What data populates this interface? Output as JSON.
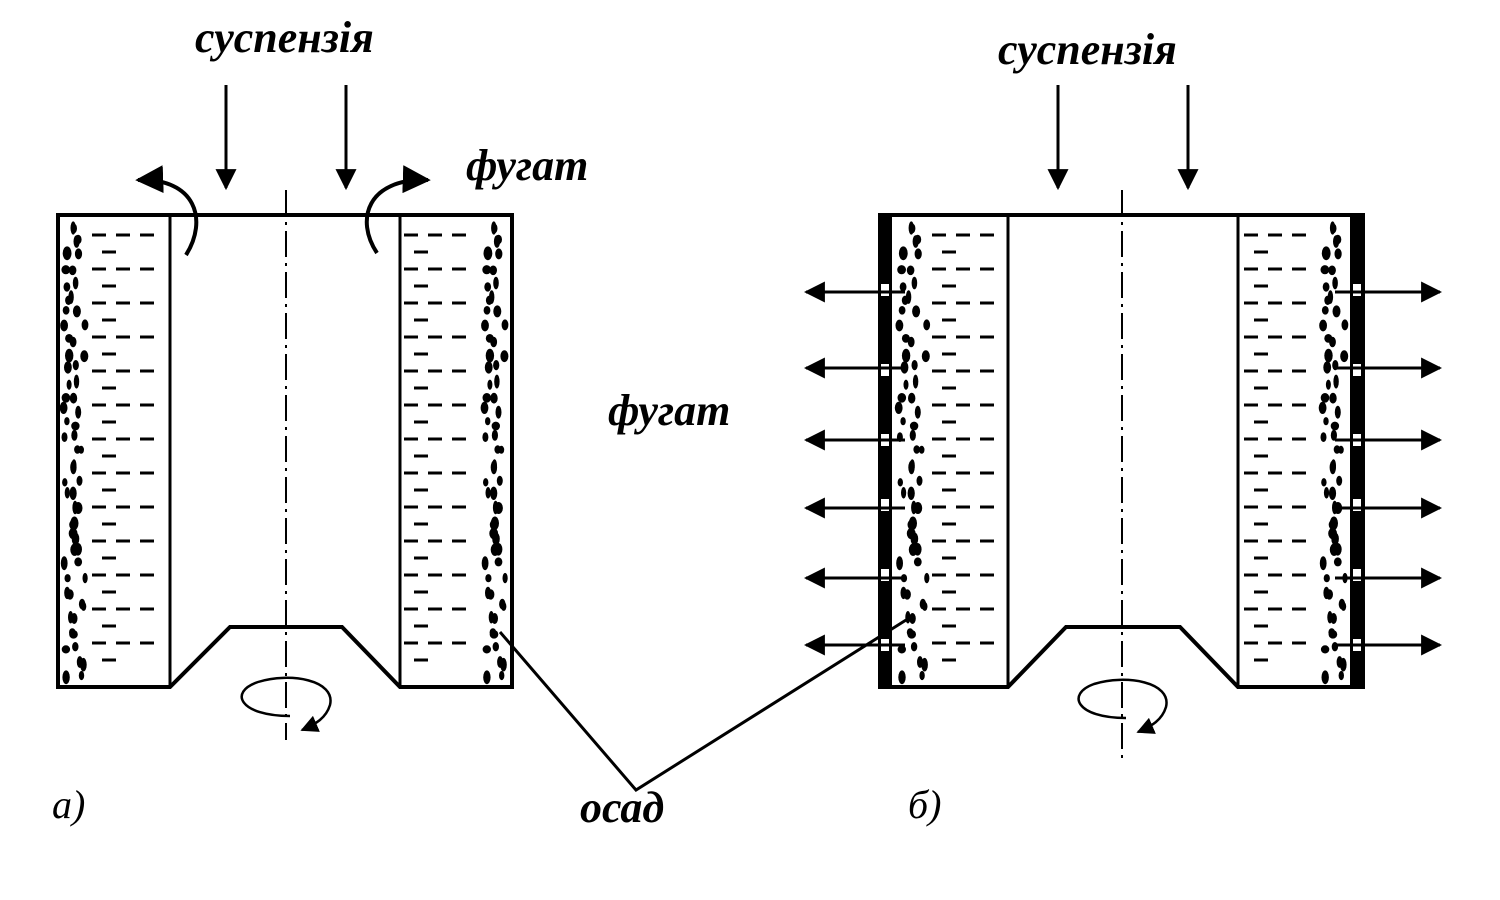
{
  "labels": {
    "suspension_a": "суспензія",
    "suspension_b": "суспензія",
    "fugate_top": "фугат",
    "fugate_mid": "фугат",
    "sediment": "осад",
    "part_a": "а)",
    "part_b": "б)"
  }
}
